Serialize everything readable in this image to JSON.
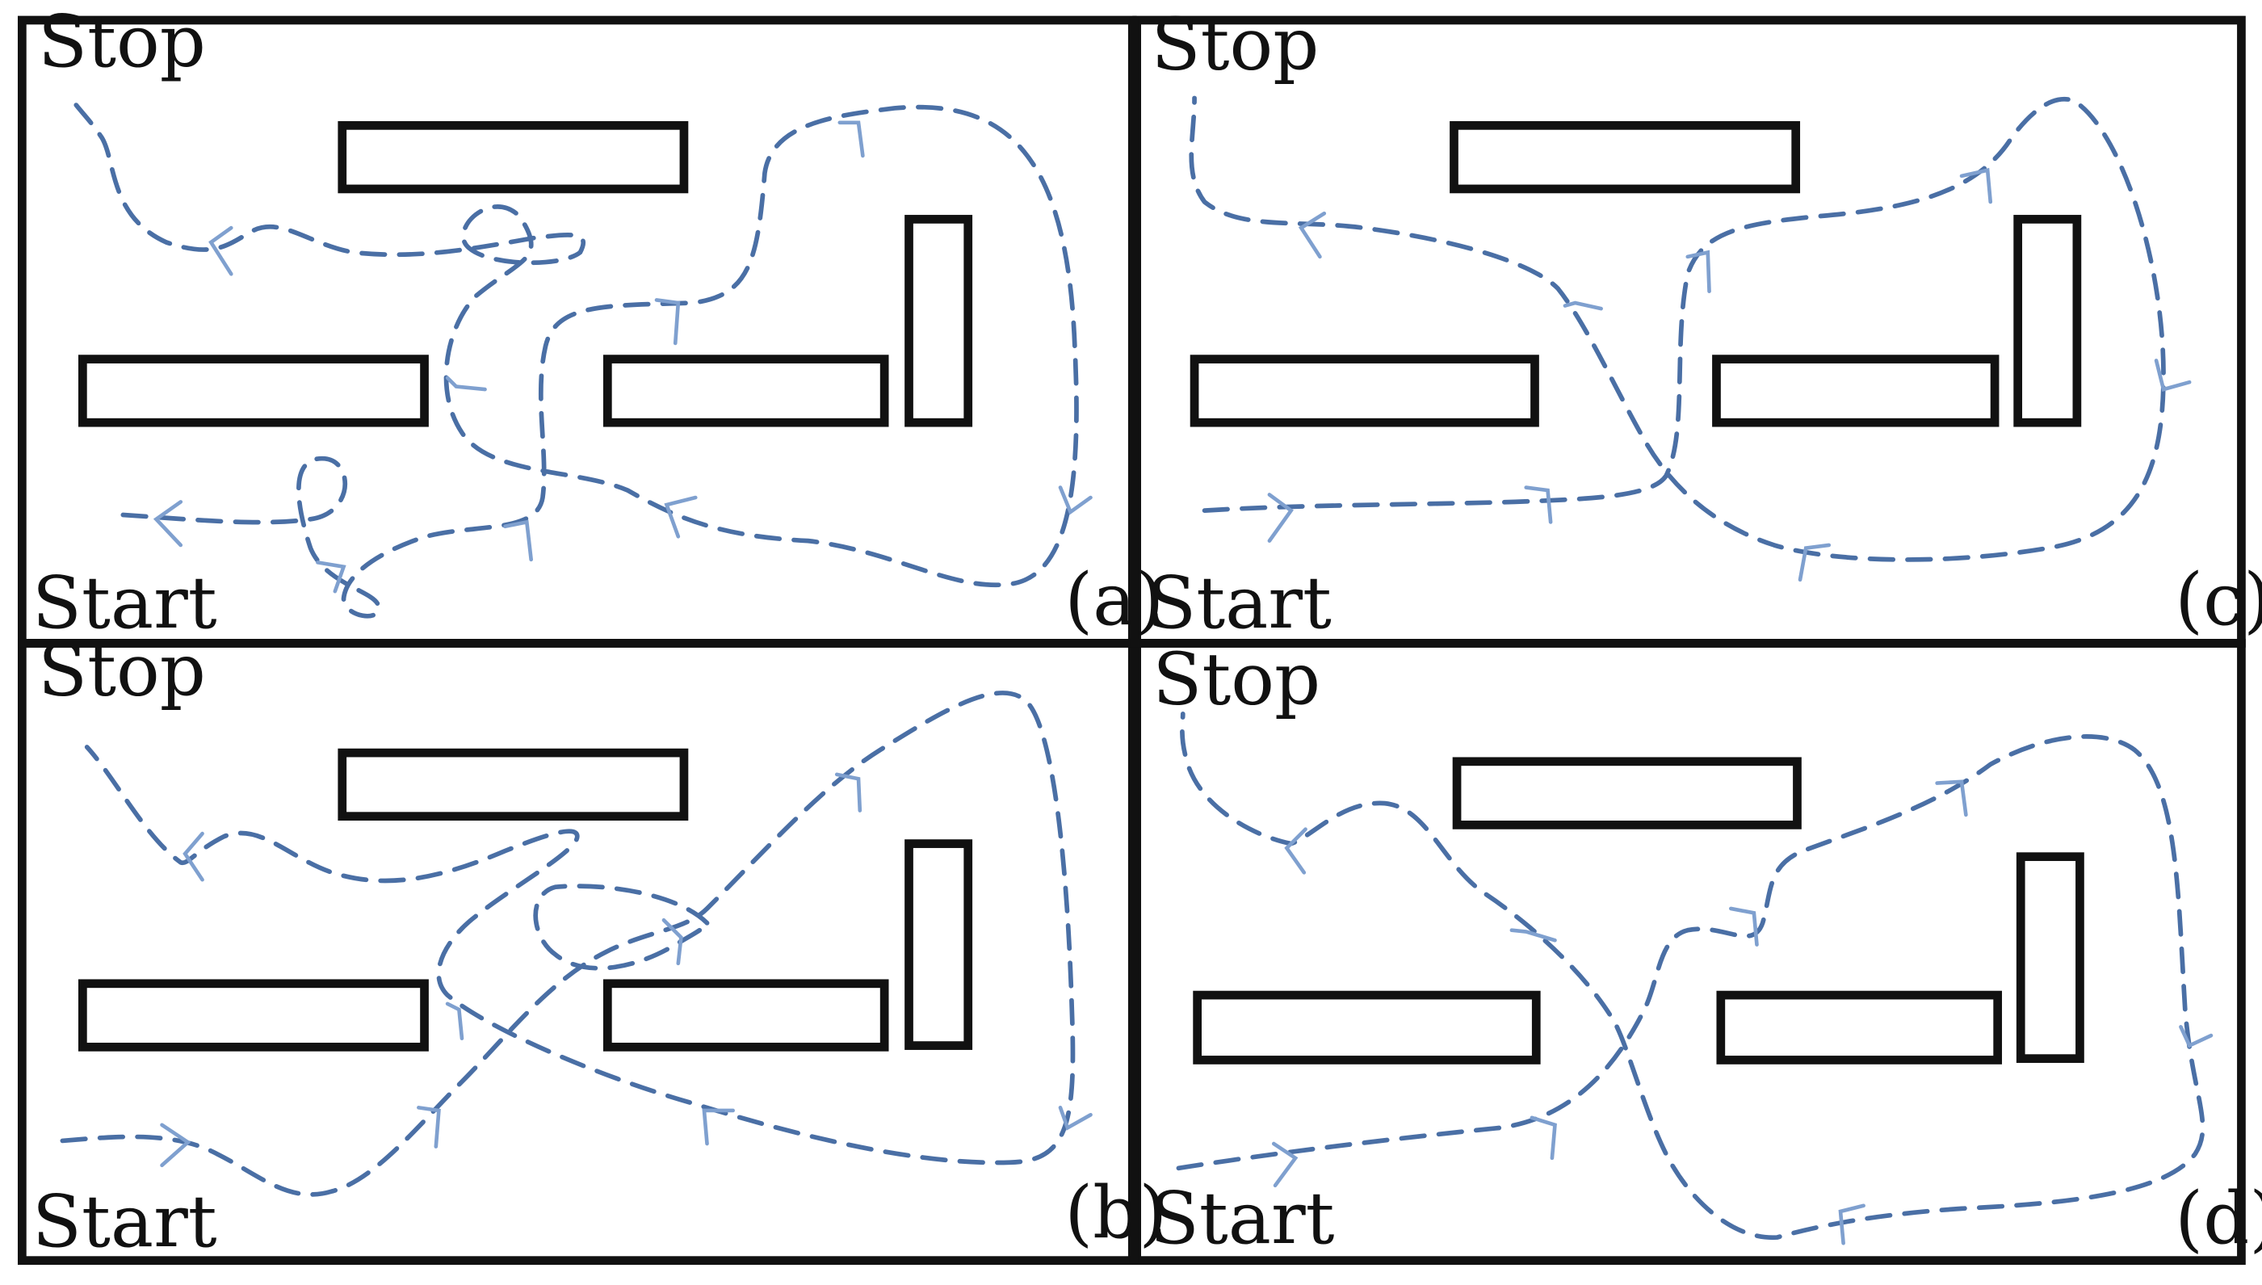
{
  "labels": {
    "stop": "Stop",
    "start": "Start"
  },
  "panels": [
    {
      "id": "a",
      "tag": "(a)"
    },
    {
      "id": "b",
      "tag": "(b)"
    },
    {
      "id": "c",
      "tag": "(c)"
    },
    {
      "id": "d",
      "tag": "(d)"
    }
  ],
  "colors": {
    "frame": "#111111",
    "path": "#4a6fa5",
    "arrow": "#7fa0cf",
    "background": "#ffffff"
  }
}
